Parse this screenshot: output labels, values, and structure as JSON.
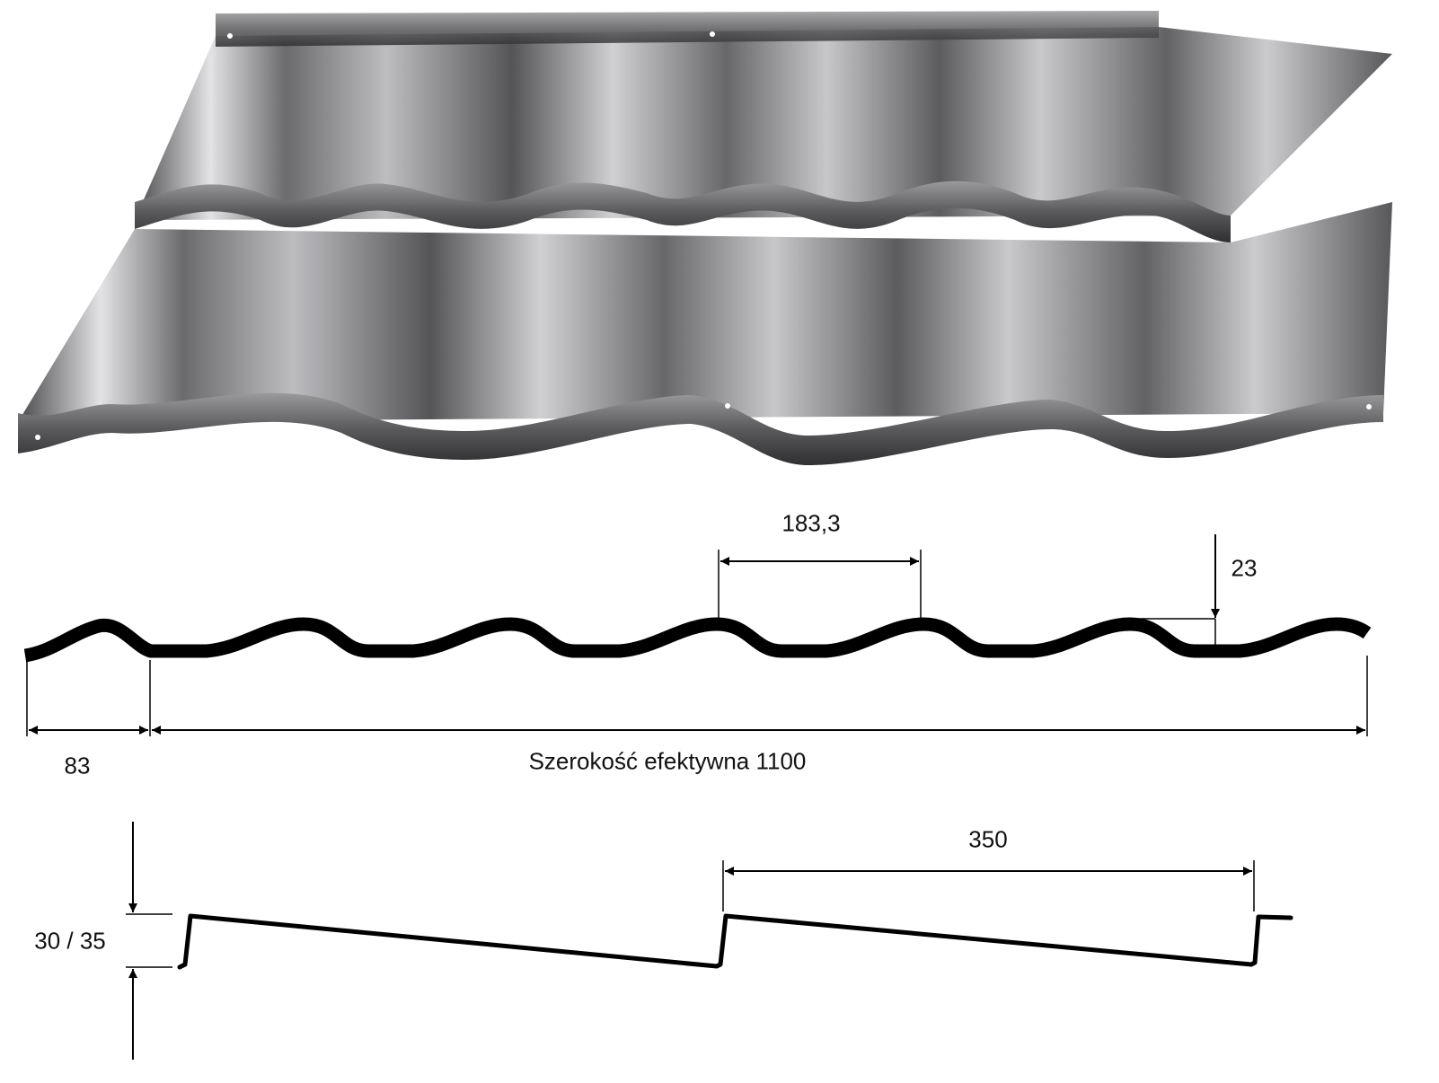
{
  "dimensions": {
    "wave_pitch": "183,3",
    "wave_height": "23",
    "edge_width": "83",
    "effective_width": "Szerokość efektywna 1100",
    "module_length": "350",
    "step_height": "30 / 35"
  },
  "colors": {
    "profile": "#000000",
    "metal_dark": "#3a3a3c",
    "metal_light": "#d8d8da"
  }
}
